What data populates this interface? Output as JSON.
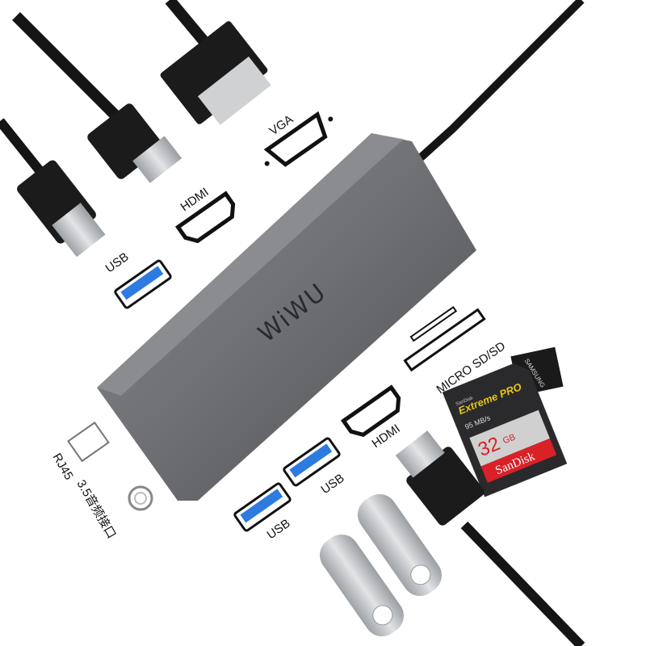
{
  "hub": {
    "brand": "WiWU",
    "color": "#6b6c70"
  },
  "labels": {
    "vga": "VGA",
    "hdmi_top": "HDMI",
    "usb_top": "USB",
    "micro_sd": "MICRO SD/SD",
    "hdmi_bottom": "HDMI",
    "usb_mid": "USB",
    "usb_bottom": "USB",
    "rj45": "RJ45",
    "audio": "3.5音频接口"
  },
  "sd_card": {
    "maker_small": "SanDisk",
    "line": "Extreme PRO",
    "speed": "95 MB/s",
    "capacity": "32",
    "unit": "GB",
    "brand": "SanDisk",
    "accent": "#d92128"
  },
  "micro_sd_card": {
    "brand": "SAMSUNG"
  },
  "colors": {
    "usb_blue": "#2d7be0",
    "cable": "#151515",
    "metal": "#b9bcc0"
  }
}
